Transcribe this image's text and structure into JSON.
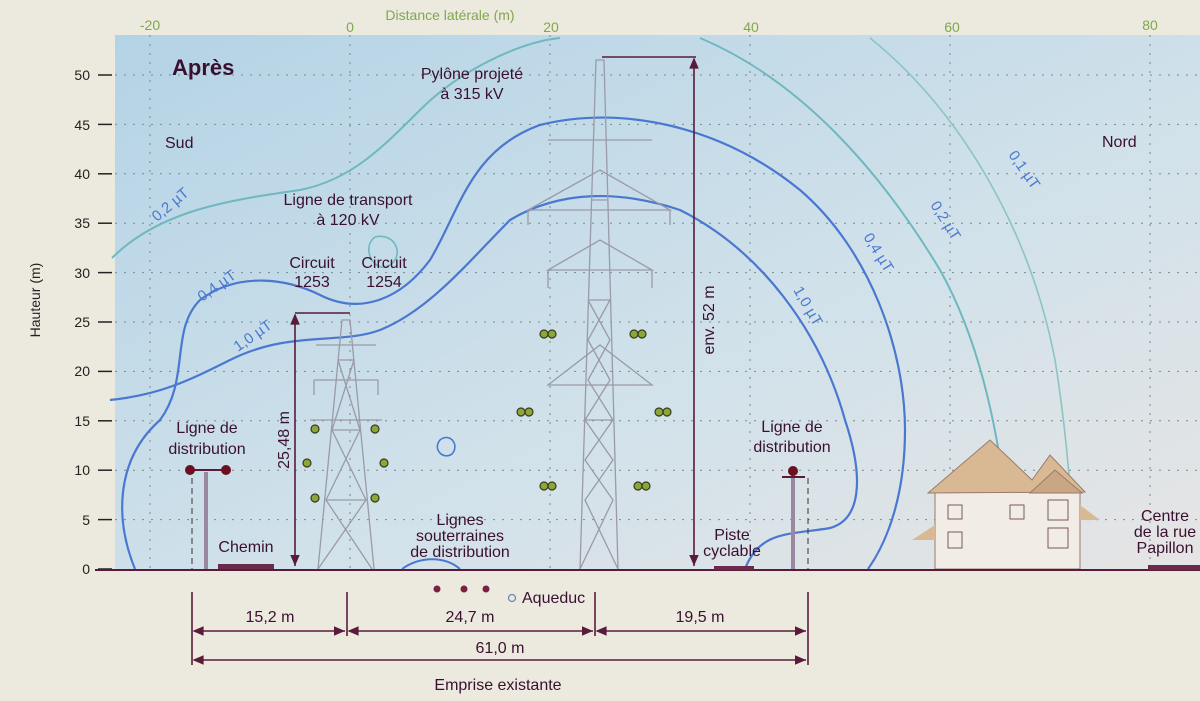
{
  "title": "Après",
  "axes": {
    "x_label": "Distance latérale (m)",
    "x_ticks": [
      "-20",
      "0",
      "20",
      "40",
      "60",
      "80"
    ],
    "y_label": "Hauteur (m)",
    "y_ticks": [
      "0",
      "5",
      "10",
      "15",
      "20",
      "25",
      "30",
      "35",
      "40",
      "45",
      "50"
    ]
  },
  "directions": {
    "south": "Sud",
    "north": "Nord"
  },
  "pylon": {
    "line1": "Pylône projeté",
    "line2": "à 315 kV",
    "height": "env. 52 m"
  },
  "transport": {
    "line1": "Ligne de transport",
    "line2": "à 120 kV",
    "height": "25,48 m"
  },
  "circuits": [
    {
      "line1": "Circuit",
      "line2": "1253"
    },
    {
      "line1": "Circuit",
      "line2": "1254"
    }
  ],
  "contours": {
    "c01": "0,1 µT",
    "c02": "0,2 µT",
    "c02b": "0,2 µT",
    "c04": "0,4 µT",
    "c04b": "0,4 µT",
    "c10": "1,0 µT",
    "c10b": "1,0 µT"
  },
  "distribution_left": {
    "line1": "Ligne de",
    "line2": "distribution"
  },
  "distribution_right": {
    "line1": "Ligne de",
    "line2": "distribution"
  },
  "ground_labels": {
    "chemin": "Chemin",
    "underground1": "Lignes",
    "underground2": "souterraines",
    "underground3": "de distribution",
    "bike1": "Piste",
    "bike2": "cyclable",
    "street1": "Centre",
    "street2": "de la rue",
    "street3": "Papillon",
    "aqueduct": "Aqueduc"
  },
  "dimensions": {
    "d1": "15,2 m",
    "d2": "24,7 m",
    "d3": "19,5 m",
    "total": "61,0 m",
    "caption": "Emprise existante"
  },
  "colors": {
    "sky": "#b9d6e6",
    "contour_dark": "#4a78d0",
    "contour_light": "#6fb8c0",
    "conductor": "#8aa83a",
    "accent": "#5a1a3a"
  }
}
